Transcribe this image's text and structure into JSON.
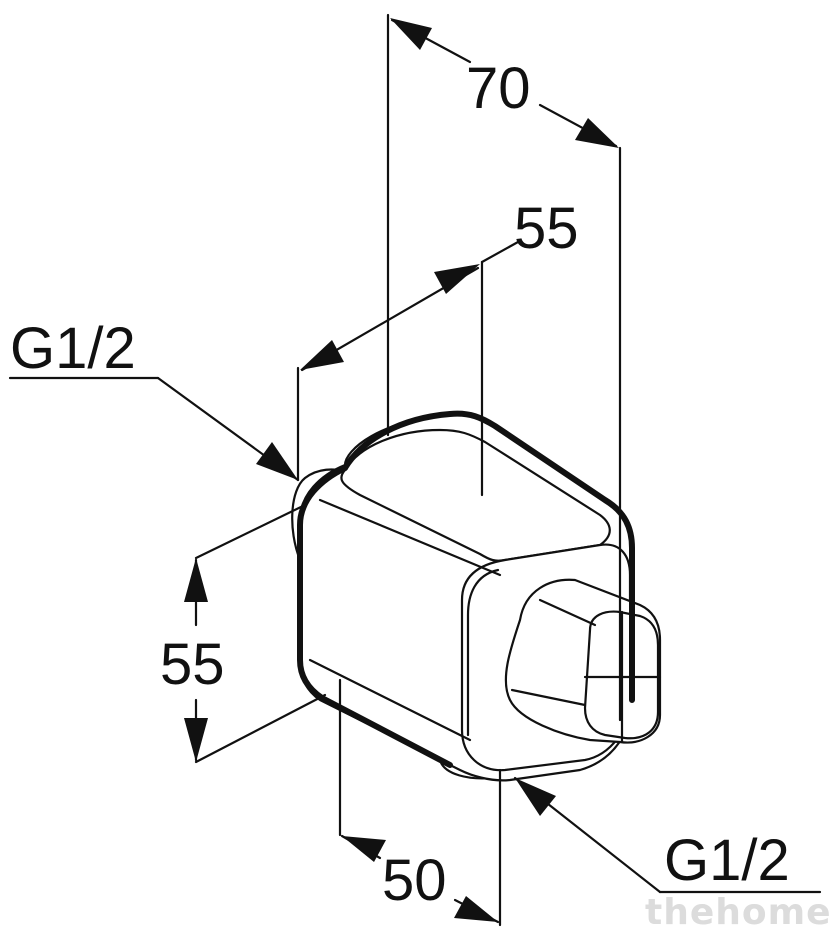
{
  "dimensions": {
    "top_depth": "70",
    "top_width": "55",
    "side_height": "55",
    "bottom_depth": "50"
  },
  "threads": {
    "left_inlet": "G1/2",
    "bottom_outlet": "G1/2"
  },
  "watermark": "thehome"
}
